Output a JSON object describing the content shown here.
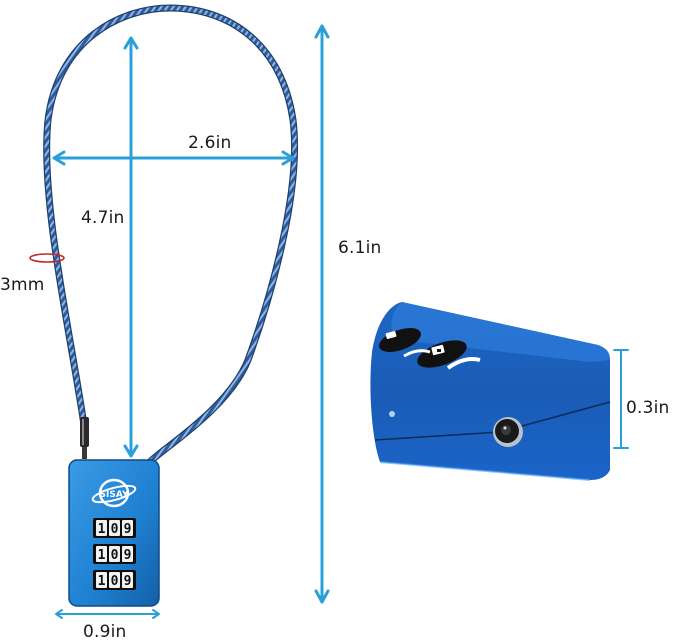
{
  "product": {
    "name": "Cable combination lock",
    "brand_logo_text": "SISAY",
    "dial_digits": [
      "1",
      "0",
      "9"
    ],
    "dial_rows": 3
  },
  "dimensions": {
    "loop_width": "2.6in",
    "loop_height": "4.7in",
    "total_height": "6.1in",
    "cable_diameter": "3mm",
    "body_width": "0.9in",
    "body_thickness": "0.3in"
  },
  "colors": {
    "measure_line": "#2a9fd8",
    "cable": "#2f5f9a",
    "lock_body": "#1e7fd0",
    "ring_marker": "#c0262c",
    "text": "#1a1a1a"
  }
}
